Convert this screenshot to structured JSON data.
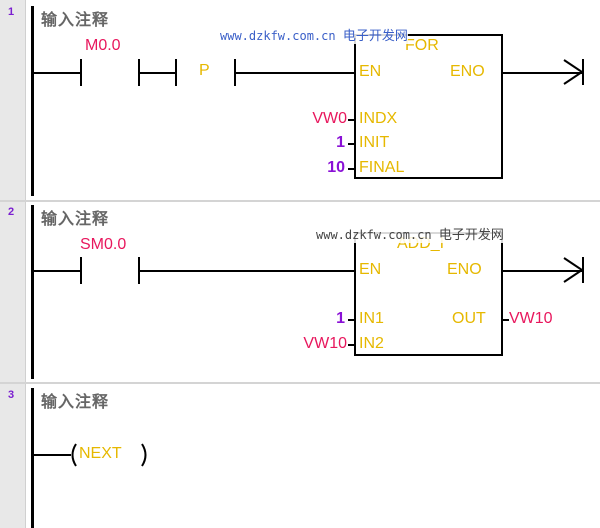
{
  "networks": [
    {
      "number": "1",
      "comment": "输入注释",
      "contact": "M0.0",
      "edge_label": "P",
      "box": {
        "title": "FOR",
        "en": "EN",
        "eno": "ENO",
        "inputs": [
          {
            "value": "VW0",
            "pin": "INDX"
          },
          {
            "value": "1",
            "pin": "INIT"
          },
          {
            "value": "10",
            "pin": "FINAL"
          }
        ]
      }
    },
    {
      "number": "2",
      "comment": "输入注释",
      "contact": "SM0.0",
      "box": {
        "title": "ADD_I",
        "en": "EN",
        "eno": "ENO",
        "inputs": [
          {
            "value": "1",
            "pin": "IN1"
          },
          {
            "value": "VW10",
            "pin": "IN2"
          }
        ],
        "output": {
          "pin": "OUT",
          "value": "VW10"
        }
      }
    },
    {
      "number": "3",
      "comment": "输入注释",
      "coil": "NEXT"
    }
  ],
  "watermark": {
    "url": "www.dzkfw.com.cn",
    "site": "电子开发网"
  },
  "colors": {
    "address": "#e8175d",
    "instruction": "#e6b800",
    "constant": "#8a10d6",
    "network_number": "#7b1fd0"
  }
}
